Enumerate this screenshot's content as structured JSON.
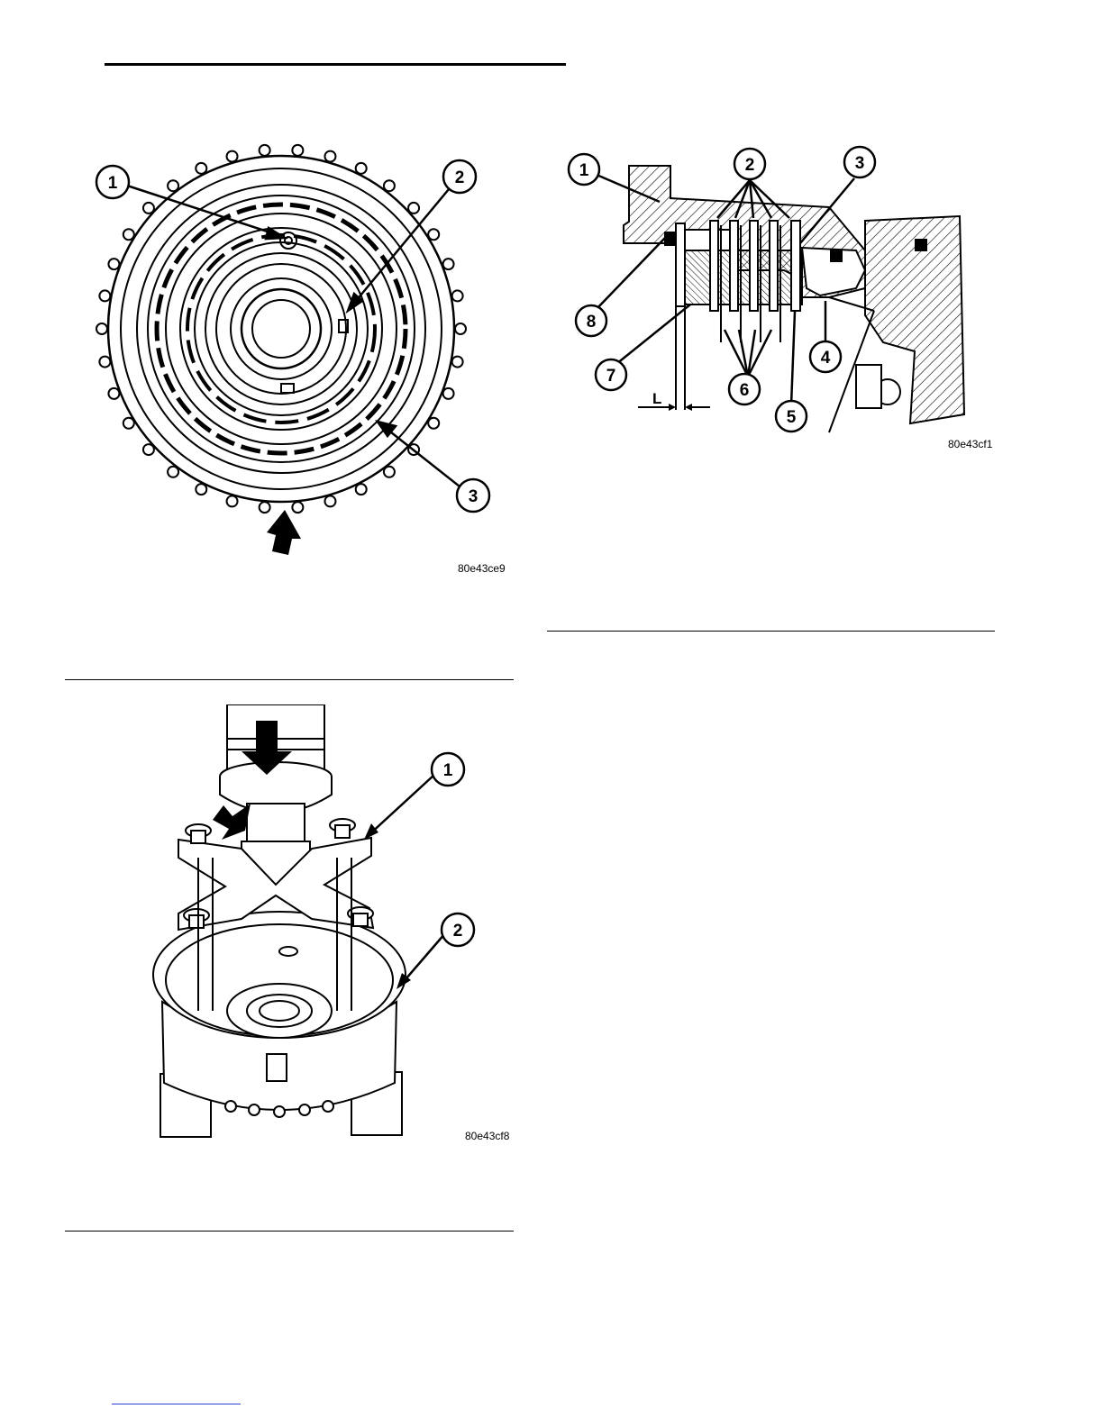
{
  "figures": [
    {
      "id": "clutch-assembly-top-view",
      "code": "80e43ce9",
      "callouts": [
        "1",
        "2",
        "3"
      ]
    },
    {
      "id": "clutch-pack-cross-section",
      "code": "80e43cf1",
      "callouts": [
        "1",
        "2",
        "3",
        "4",
        "5",
        "6",
        "7",
        "8"
      ],
      "dimension_label": "L"
    },
    {
      "id": "spring-compressor-press",
      "code": "80e43cf8",
      "callouts": [
        "1",
        "2"
      ]
    }
  ],
  "colors": {
    "ink": "#000000",
    "paper": "#ffffff",
    "link": "#2a3fd6"
  }
}
